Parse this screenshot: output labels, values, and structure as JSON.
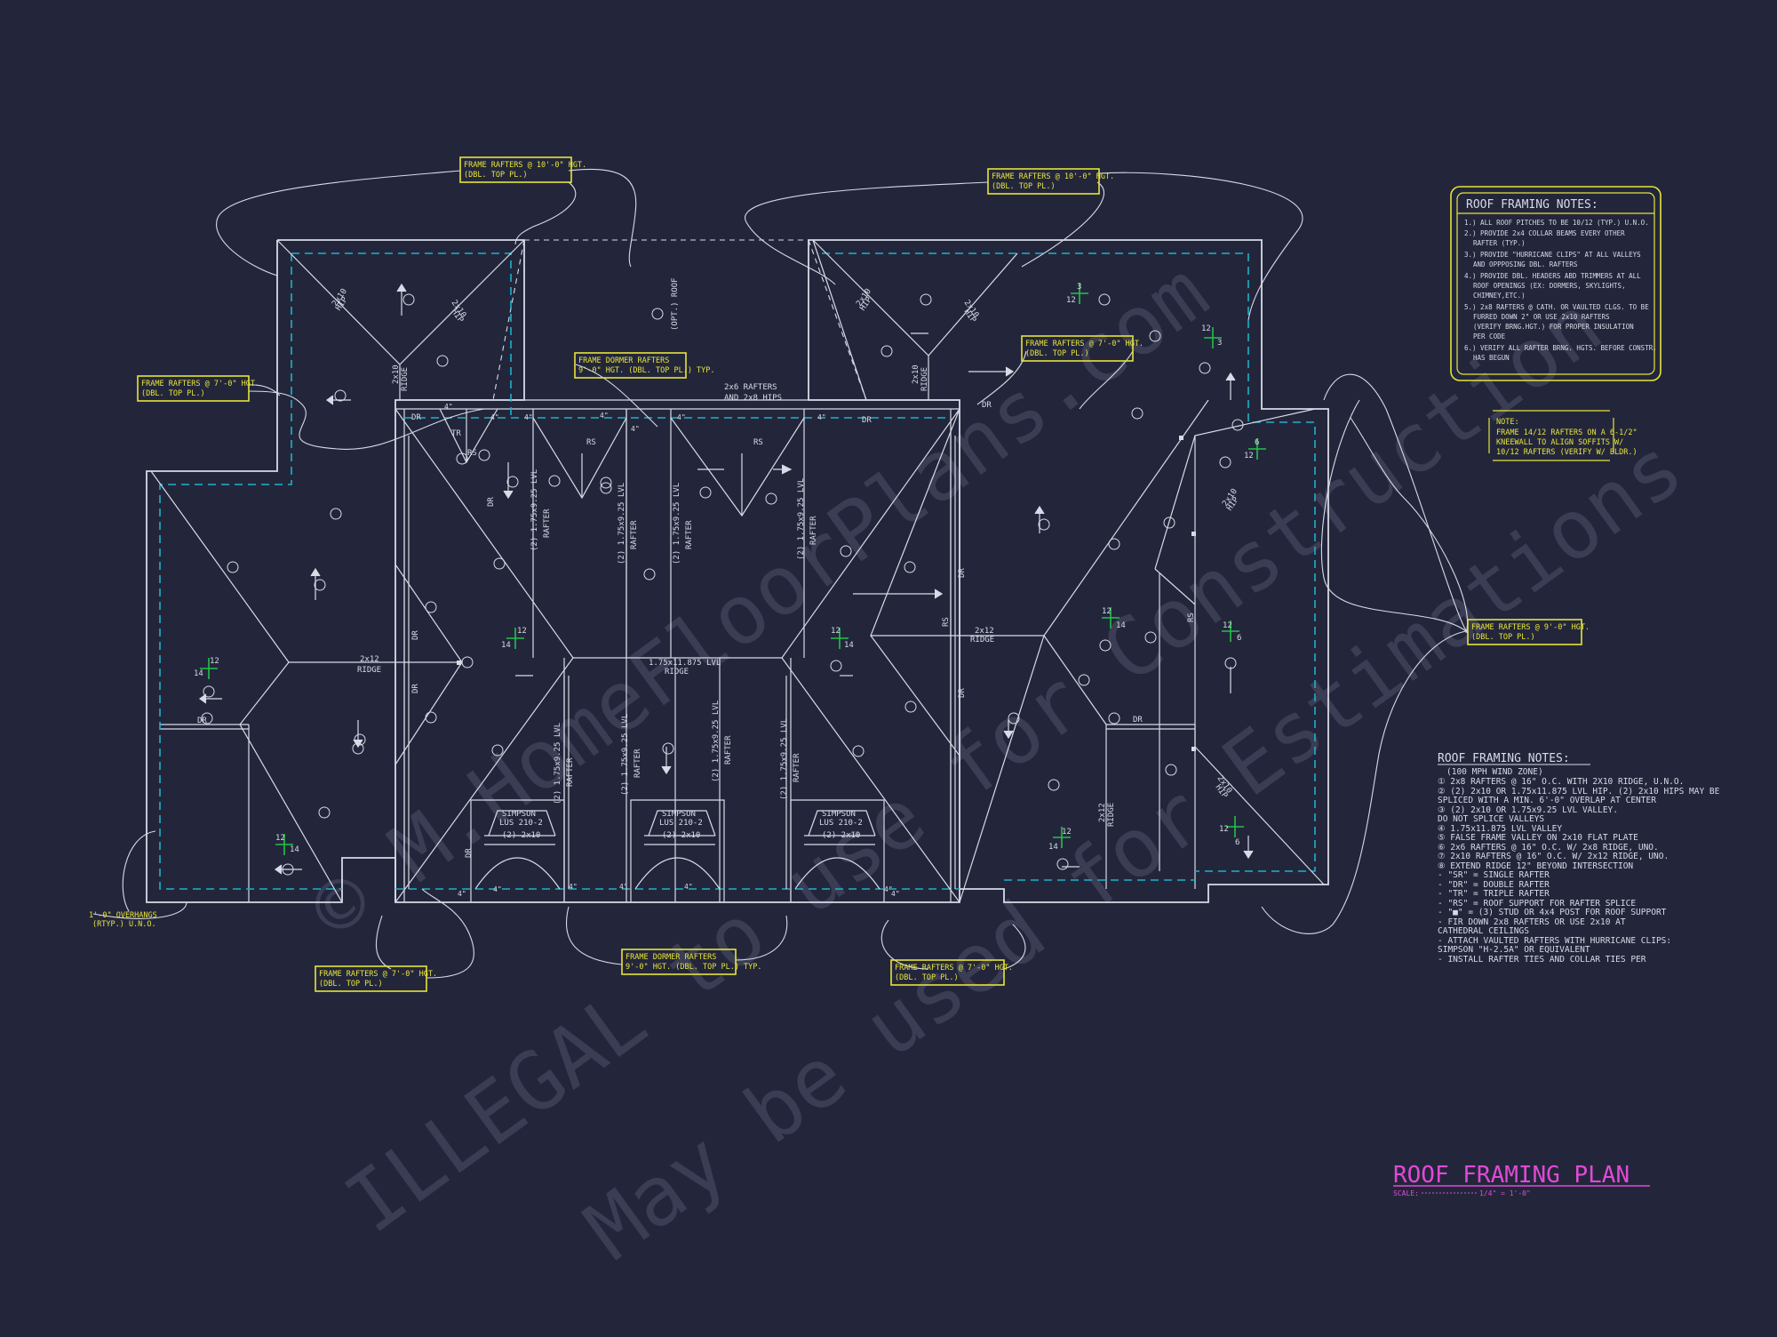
{
  "colors": {
    "background": "#23263b",
    "linework": "#d7dbe6",
    "overhang": "#1fb0c9",
    "callout": "#e6e43a",
    "title": "#e04ad6",
    "pitch": "#22c24a"
  },
  "watermark": {
    "line1": "© M.HomeFloorPlans.com",
    "line2": "ILLEGAL to use for Construction",
    "line3": "May be used for Estimations"
  },
  "callouts": [
    {
      "name": "callout-top-left",
      "lines": [
        "FRAME RAFTERS @ 10'-0\" HGT.",
        "(DBL. TOP PL.)"
      ]
    },
    {
      "name": "callout-top-right",
      "lines": [
        "FRAME RAFTERS @ 10'-0\" HGT.",
        "(DBL. TOP PL.)"
      ]
    },
    {
      "name": "callout-left",
      "lines": [
        "FRAME RAFTERS @ 7'-0\" HGT.",
        "(DBL. TOP PL.)"
      ]
    },
    {
      "name": "callout-dormer-top",
      "lines": [
        "FRAME DORMER RAFTERS",
        "9'-0\" HGT. (DBL. TOP PL.) TYP."
      ]
    },
    {
      "name": "callout-right-inner",
      "lines": [
        "FRAME RAFTERS @ 7'-0\" HGT.",
        "(DBL. TOP PL.)"
      ]
    },
    {
      "name": "callout-right",
      "lines": [
        "FRAME RAFTERS @ 9'-0\" HGT.",
        "(DBL. TOP PL.)"
      ]
    },
    {
      "name": "callout-bottom-left",
      "lines": [
        "FRAME RAFTERS @ 7'-0\" HGT.",
        "(DBL. TOP PL.)"
      ]
    },
    {
      "name": "callout-dormer-bottom",
      "lines": [
        "FRAME DORMER RAFTERS",
        "9'-0\" HGT. (DBL. TOP PL.) TYP."
      ]
    },
    {
      "name": "callout-bottom-right",
      "lines": [
        "FRAME RAFTERS @ 7'-0\" HGT.",
        "(DBL. TOP PL.)"
      ]
    }
  ],
  "boxed_notes": {
    "title": "ROOF FRAMING NOTES:",
    "items": [
      [
        "1.) ALL ROOF PITCHES TO BE 10/12 (TYP.) U.N.O."
      ],
      [
        "2.) PROVIDE 2x4 COLLAR BEAMS EVERY OTHER",
        "RAFTER (TYP.)"
      ],
      [
        "3.) PROVIDE \"HURRICANE CLIPS\" AT ALL VALLEYS",
        "AND OPPPOSING DBL. RAFTERS"
      ],
      [
        "4.) PROVIDE DBL. HEADERS ABD TRIMMERS AT ALL",
        "ROOF OPENINGS (EX: DORMERS, SKYLIGHTS,",
        "CHIMNEY,ETC.)"
      ],
      [
        "5.) 2x8 RAFTERS @ CATH. OR VAULTED CLGS. TO BE",
        "FURRED DOWN 2\" OR USE 2x10 RAFTERS",
        "(VERIFY BRNG.HGT.) FOR PROPER INSULATION",
        "PER CODE"
      ],
      [
        "6.) VERIFY ALL RAFTER BRNG. HGTS. BEFORE CONSTR.",
        "HAS BEGUN"
      ]
    ]
  },
  "side_note": {
    "lines": [
      "NOTE:",
      "FRAME 14/12 RAFTERS ON A 6-1/2\"",
      "KNEEWALL TO ALIGN SOFFITS W/",
      "10/12 RAFTERS (VERIFY W/ BLDR.)"
    ]
  },
  "legend_notes": {
    "title": "ROOF FRAMING NOTES:",
    "subtitle": "(100 MPH WIND ZONE)",
    "lines": [
      "① 2x8 RAFTERS @ 16\" O.C. WITH 2X10 RIDGE, U.N.O.",
      "② (2) 2x10 OR 1.75x11.875 LVL HIP. (2) 2x10 HIPS MAY BE",
      "   SPLICED WITH A MIN. 6'-0\" OVERLAP AT CENTER",
      "③ (2) 2x10 OR 1.75x9.25 LVL VALLEY.",
      "   DO NOT SPLICE VALLEYS",
      "④ 1.75x11.875 LVL VALLEY",
      "⑤ FALSE FRAME VALLEY ON 2x10 FLAT PLATE",
      "⑥ 2x6 RAFTERS @ 16\" O.C. W/ 2x8 RIDGE, UNO.",
      "⑦ 2x10 RAFTERS @ 16\" O.C. W/ 2x12 RIDGE, UNO.",
      "⑧ EXTEND RIDGE 12\" BEYOND INTERSECTION",
      "-  \"SR\" = SINGLE RAFTER",
      "-  \"DR\" = DOUBLE RAFTER",
      "-  \"TR\" = TRIPLE RAFTER",
      "-  \"RS\" = ROOF SUPPORT FOR RAFTER SPLICE",
      "-  \"■\" = (3) STUD OR 4x4 POST FOR ROOF SUPPORT",
      "-  FIR DOWN 2x8 RAFTERS OR USE 2x10 AT",
      "   CATHEDRAL CEILINGS",
      "-  ATTACH VAULTED RAFTERS WITH HURRICANE CLIPS:",
      "   SIMPSON \"H-2.5A\" OR EQUIVALENT",
      "-  INSTALL RAFTER TIES AND COLLAR TIES PER"
    ]
  },
  "title_block": {
    "title": "ROOF FRAMING PLAN",
    "scale_label": "SCALE:",
    "scale_value": "1/4\" = 1'-0\""
  },
  "overhang_note": [
    "1'-0\" OVERHANGS",
    "(RTYP.) U.N.O."
  ],
  "labels": {
    "ridge_2x12": "2x12",
    "ridge": "RIDGE",
    "lvl_ridge": "1.75x11.875 LVL",
    "dr": "DR",
    "rs": "RS",
    "sr": "SR",
    "tr": "TR",
    "hip_2x10": "2x10",
    "hip": "HIP",
    "opt_roof": "(OPT.) ROOF",
    "rafters_2x6": "2x6 RAFTERS",
    "hips_2x8": "AND 2x8 HIPS",
    "lvl_rafter": "(2) 1.75x9.25 LVL",
    "rafter": "RAFTER",
    "simpson": "SIMPSON",
    "lus": "LUS 210-2",
    "two_2x10": "(2) 2x10",
    "ridge_2x10": "2x10",
    "pitch_12": "12",
    "pitch_14": "14",
    "pitch_3": "3",
    "pitch_6": "6",
    "four_in": "4\""
  }
}
